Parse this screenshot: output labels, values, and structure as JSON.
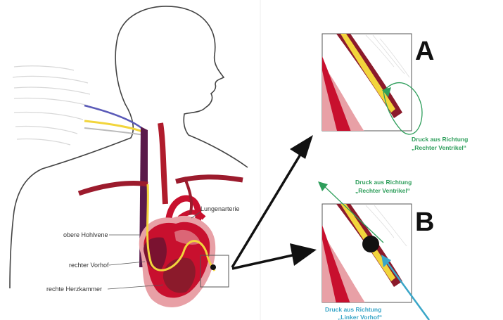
{
  "labels": {
    "pulmonary_artery": "Lungenarterie",
    "superior_vena_cava": "obere Hohlvene",
    "right_atrium": "rechter Vorhof",
    "right_ventricle": "rechte Herzkammer"
  },
  "panel_a": {
    "letter": "A",
    "caption_line1": "Druck aus Richtung",
    "caption_line2": "„Rechter Ventrikel“"
  },
  "panel_b": {
    "letter": "B",
    "caption_top_line1": "Druck aus Richtung",
    "caption_top_line2": "„Rechter Ventrikel“",
    "caption_bottom_line1": "Druck aus Richtung",
    "caption_bottom_line2": "„Linker Vorhof“"
  },
  "colors": {
    "dark_red": "#8b1a2b",
    "bright_red": "#c8102e",
    "pink": "#e8a0a6",
    "yellow": "#f2d53c",
    "green": "#2e9e5b",
    "blue": "#3aa6c8"
  }
}
